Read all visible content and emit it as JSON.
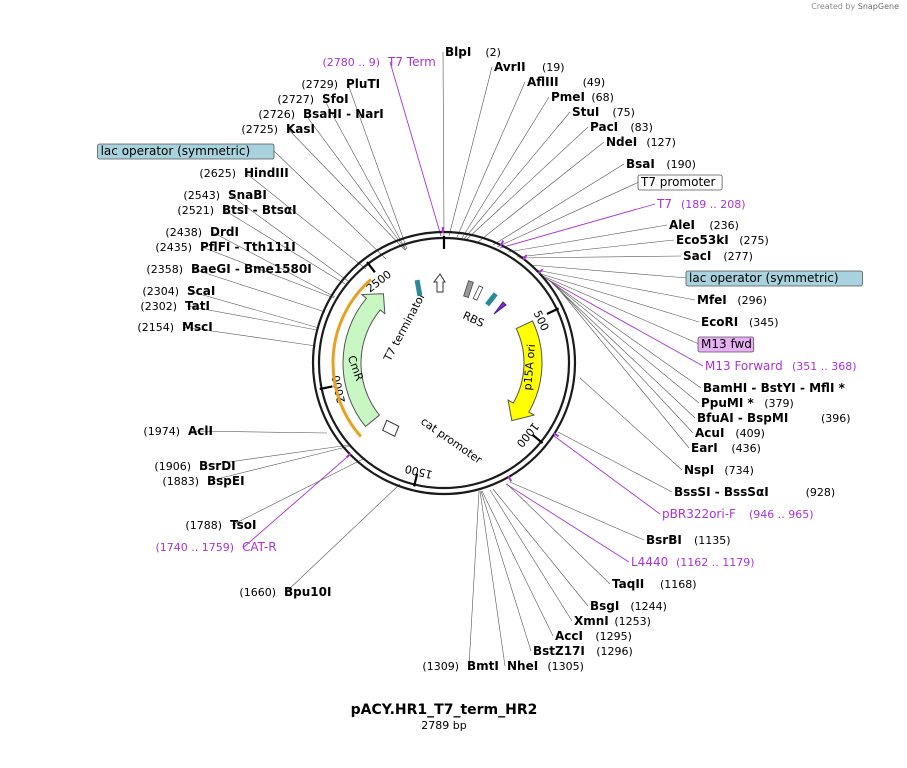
{
  "watermark": {
    "prefix": "Created by",
    "brand": "SnapGene"
  },
  "plasmid": {
    "name": "pACY.HR1_T7_term_HR2",
    "length_label": "2789 bp",
    "length": 2789
  },
  "ticks": [
    {
      "pos": 0,
      "label": ""
    },
    {
      "pos": 500,
      "label": "500"
    },
    {
      "pos": 1000,
      "label": "1000"
    },
    {
      "pos": 1500,
      "label": "1500"
    },
    {
      "pos": 2000,
      "label": "2000"
    },
    {
      "pos": 2500,
      "label": "2500"
    }
  ],
  "features": [
    {
      "name": "T7 terminator",
      "kind": "text"
    },
    {
      "name": "RBS",
      "kind": "text"
    },
    {
      "name": "p15A ori",
      "kind": "yellow"
    },
    {
      "name": "CmR",
      "kind": "green"
    },
    {
      "name": "cat promoter",
      "kind": "text"
    }
  ],
  "labels": [
    {
      "id": "BlpI",
      "text": "BlpI",
      "num": "(2)",
      "type": "enzyme"
    },
    {
      "id": "AvrII",
      "text": "AvrII",
      "num": "(19)",
      "type": "enzyme"
    },
    {
      "id": "AflIII",
      "text": "AflIII",
      "num": "(49)",
      "type": "enzyme"
    },
    {
      "id": "PmeI",
      "text": "PmeI",
      "num": "(68)",
      "type": "enzyme"
    },
    {
      "id": "StuI",
      "text": "StuI",
      "num": "(75)",
      "type": "enzyme"
    },
    {
      "id": "PacI",
      "text": "PacI",
      "num": "(83)",
      "type": "enzyme"
    },
    {
      "id": "NdeI",
      "text": "NdeI",
      "num": "(127)",
      "type": "enzyme"
    },
    {
      "id": "BsaI",
      "text": "BsaI",
      "num": "(190)",
      "type": "enzyme"
    },
    {
      "id": "T7promoter",
      "text": "T7 promoter",
      "num": "",
      "type": "boxwhite"
    },
    {
      "id": "T7",
      "text": "T7",
      "num": "(189 .. 208)",
      "type": "primer"
    },
    {
      "id": "AleI",
      "text": "AleI",
      "num": "(236)",
      "type": "enzyme"
    },
    {
      "id": "Eco53kI",
      "text": "Eco53kI",
      "num": "(275)",
      "type": "enzyme"
    },
    {
      "id": "SacI",
      "text": "SacI",
      "num": "(277)",
      "type": "enzyme"
    },
    {
      "id": "lacop_r",
      "text": "lac operator (symmetric)",
      "num": "",
      "type": "boxblue"
    },
    {
      "id": "MfeI",
      "text": "MfeI",
      "num": "(296)",
      "type": "enzyme"
    },
    {
      "id": "EcoRI",
      "text": "EcoRI",
      "num": "(345)",
      "type": "enzyme"
    },
    {
      "id": "M13fwd",
      "text": "M13 fwd",
      "num": "",
      "type": "boxpurple"
    },
    {
      "id": "M13Forward",
      "text": "M13 Forward",
      "num": "(351 .. 368)",
      "type": "primer"
    },
    {
      "id": "BamHI",
      "text": "BamHI  -  BstYI  -  MflI *",
      "num": "(369)",
      "type": "enzyme"
    },
    {
      "id": "PpuMI",
      "text": "PpuMI *",
      "num": "(379)",
      "type": "enzyme"
    },
    {
      "id": "BfuAI",
      "text": "BfuAI  -  BspMI",
      "num": "(396)",
      "type": "enzyme"
    },
    {
      "id": "AcuI",
      "text": "AcuI",
      "num": "(409)",
      "type": "enzyme"
    },
    {
      "id": "EarI",
      "text": "EarI",
      "num": "(436)",
      "type": "enzyme"
    },
    {
      "id": "NspI",
      "text": "NspI",
      "num": "(734)",
      "type": "enzyme"
    },
    {
      "id": "BssSI",
      "text": "BssSI  -  BssSαI",
      "num": "(928)",
      "type": "enzyme"
    },
    {
      "id": "pBR322ori",
      "text": "pBR322ori-F",
      "num": "(946 .. 965)",
      "type": "primer"
    },
    {
      "id": "BsrBI",
      "text": "BsrBI",
      "num": "(1135)",
      "type": "enzyme"
    },
    {
      "id": "L4440",
      "text": "L4440",
      "num": "(1162 .. 1179)",
      "type": "primer"
    },
    {
      "id": "TaqII",
      "text": "TaqII",
      "num": "(1168)",
      "type": "enzyme"
    },
    {
      "id": "BsgI",
      "text": "BsgI",
      "num": "(1244)",
      "type": "enzyme"
    },
    {
      "id": "XmnI",
      "text": "XmnI",
      "num": "(1253)",
      "type": "enzyme"
    },
    {
      "id": "AccI",
      "text": "AccI",
      "num": "(1295)",
      "type": "enzyme"
    },
    {
      "id": "BstZ17I",
      "text": "BstZ17I",
      "num": "(1296)",
      "type": "enzyme"
    },
    {
      "id": "NheI",
      "text": "NheI",
      "num": "(1305)",
      "type": "enzyme"
    },
    {
      "id": "BmtI",
      "text": "BmtI",
      "num": "(1309)",
      "type": "enzyme_left"
    },
    {
      "id": "Bpu10I",
      "text": "Bpu10I",
      "num": "(1660)",
      "type": "enzyme_left"
    },
    {
      "id": "CATR",
      "text": "CAT-R",
      "num": "(1740 .. 1759)",
      "type": "primer_left"
    },
    {
      "id": "TsoI",
      "text": "TsoI",
      "num": "(1788)",
      "type": "enzyme_left"
    },
    {
      "id": "BspEI",
      "text": "BspEI",
      "num": "(1883)",
      "type": "enzyme_left"
    },
    {
      "id": "BsrDI",
      "text": "BsrDI",
      "num": "(1906)",
      "type": "enzyme_left"
    },
    {
      "id": "AclI",
      "text": "AclI",
      "num": "(1974)",
      "type": "enzyme_left"
    },
    {
      "id": "MscI",
      "text": "MscI",
      "num": "(2154)",
      "type": "enzyme_left"
    },
    {
      "id": "TatI",
      "text": "TatI",
      "num": "(2302)",
      "type": "enzyme_left"
    },
    {
      "id": "ScaI",
      "text": "ScaI",
      "num": "(2304)",
      "type": "enzyme_left"
    },
    {
      "id": "BaeGI",
      "text": "BaeGI  -  Bme1580I",
      "num": "(2358)",
      "type": "enzyme_left"
    },
    {
      "id": "PflFI",
      "text": "PflFI  -  Tth111I",
      "num": "(2435)",
      "type": "enzyme_left"
    },
    {
      "id": "DrdI",
      "text": "DrdI",
      "num": "(2438)",
      "type": "enzyme_left"
    },
    {
      "id": "BtsI",
      "text": "BtsI  -  BtsαI",
      "num": "(2521)",
      "type": "enzyme_left"
    },
    {
      "id": "SnaBI",
      "text": "SnaBI",
      "num": "(2543)",
      "type": "enzyme_left"
    },
    {
      "id": "HindIII",
      "text": "HindIII",
      "num": "(2625)",
      "type": "enzyme_left"
    },
    {
      "id": "lacop_l",
      "text": "lac operator (symmetric)",
      "num": "",
      "type": "boxblue_left"
    },
    {
      "id": "KasI",
      "text": "KasI",
      "num": "(2725)",
      "type": "enzyme_left"
    },
    {
      "id": "BsaHI",
      "text": "BsaHI  -  NarI",
      "num": "(2726)",
      "type": "enzyme_left"
    },
    {
      "id": "SfoI",
      "text": "SfoI",
      "num": "(2727)",
      "type": "enzyme_left"
    },
    {
      "id": "PluTI",
      "text": "PluTI",
      "num": "(2729)",
      "type": "enzyme_left"
    },
    {
      "id": "T7Term",
      "text": "T7 Term",
      "num": "(2780 .. 9)",
      "type": "primer_left"
    }
  ],
  "colors": {
    "primer": "#a832d8",
    "boxblue": "#a8d2dd",
    "boxpurple": "#e6b0f2",
    "cmr": "#c8f7c4",
    "p15a": "#ffff00",
    "teal": "#2a8a9a",
    "backbone": "#1a1a1a"
  }
}
